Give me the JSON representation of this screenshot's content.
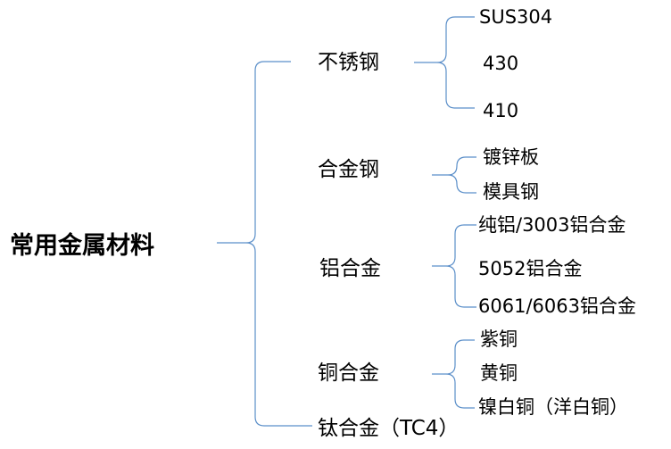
{
  "root": {
    "label": "常用金属材料"
  },
  "categories": [
    {
      "label": "不锈钢",
      "items": [
        "SUS304",
        "430",
        "410"
      ]
    },
    {
      "label": "合金钢",
      "items": [
        "镀锌板",
        "模具钢"
      ]
    },
    {
      "label": "铝合金",
      "items": [
        "纯铝/3003铝合金",
        "5052铝合金",
        "6061/6063铝合金"
      ]
    },
    {
      "label": "铜合金",
      "items": [
        "紫铜",
        "黄铜",
        "镍白铜（洋白铜）"
      ]
    },
    {
      "label": "钛合金（TC4）",
      "items": []
    }
  ],
  "colors": {
    "bracket": "#5b8fc9",
    "text": "#000000"
  }
}
